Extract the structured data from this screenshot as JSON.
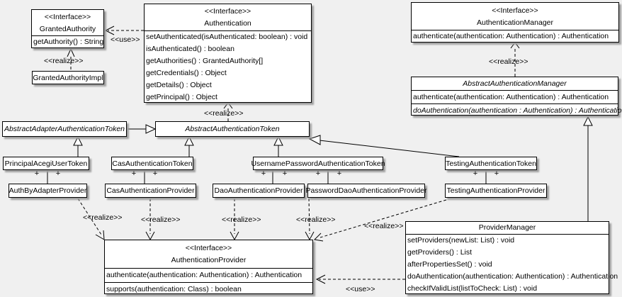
{
  "diagram": {
    "stereotype_interface": "<<Interface>>",
    "label_use": "<<use>>",
    "label_realize": "<<realize>>",
    "plus": "+"
  },
  "classes": {
    "granted_authority": {
      "name": "GrantedAuthority",
      "methods": [
        "getAuthority() : String"
      ]
    },
    "granted_authority_impl": {
      "name": "GrantedAuthorityImpl"
    },
    "authentication": {
      "name": "Authentication",
      "methods": [
        "setAuthenticated(isAuthenticated: boolean) : void",
        "isAuthenticated() : boolean",
        "getAuthorities() : GrantedAuthority[]",
        "getCredentials() : Object",
        "getDetails() : Object",
        "getPrincipal() : Object"
      ]
    },
    "authentication_manager": {
      "name": "AuthenticationManager",
      "methods": [
        "authenticate(authentication: Authentication) : Authentication"
      ]
    },
    "abstract_authentication_manager": {
      "name": "AbstractAuthenticationManager",
      "methods": [
        "authenticate(authentication: Authentication) : Authentication",
        "doAuthentication(authentication : Authentication) : Authentication"
      ]
    },
    "abstract_adapter_authentication_token": {
      "name": "AbstractAdapterAuthenticationToken"
    },
    "abstract_authentication_token": {
      "name": "AbstractAuthenticationToken"
    },
    "principal_acegi_user_token": {
      "name": "PrincipalAcegiUserToken"
    },
    "cas_authentication_token": {
      "name": "CasAuthenticationToken"
    },
    "username_password_authentication_token": {
      "name": "UsernamePasswordAuthenticationToken"
    },
    "testing_authentication_token": {
      "name": "TestingAuthenticationToken"
    },
    "auth_by_adapter_provider": {
      "name": "AuthByAdapterProvider"
    },
    "cas_authentication_provider": {
      "name": "CasAuthenticationProvider"
    },
    "dao_authentication_provider": {
      "name": "DaoAuthenticationProvider"
    },
    "password_dao_authentication_provider": {
      "name": "PasswordDaoAuthenticationProvider"
    },
    "testing_authentication_provider": {
      "name": "TestingAuthenticationProvider"
    },
    "authentication_provider": {
      "name": "AuthenticationProvider",
      "methods": [
        "authenticate(authentication: Authentication) : Authentication",
        "supports(authentication: Class) : boolean"
      ]
    },
    "provider_manager": {
      "name": "ProviderManager",
      "methods": [
        "setProviders(newList: List) : void",
        "getProviders() : List",
        "afterPropertiesSet() : void",
        "doAuthentication(authentication: Authentication) : Authentication",
        "checkIfValidList(listToCheck: List) : void"
      ]
    }
  }
}
